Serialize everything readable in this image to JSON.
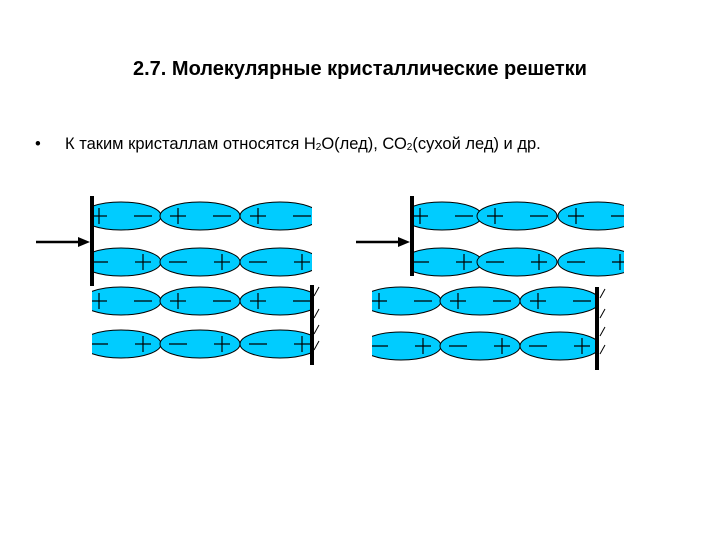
{
  "title": "2.7. Молекулярные кристаллические решетки",
  "bullet": {
    "symbol": "•",
    "text_before_h2o": "К таким кристаллам относятся H",
    "h2o_subscript": "2",
    "text_after_h2o": "O(лед), СО",
    "co2_subscript": "2",
    "text_after_co2": "(сухой лед) и др."
  },
  "diagram": {
    "molecule_fill": "#00ccff",
    "molecule_stroke": "#000000",
    "rows_per_lattice": 4,
    "molecules_per_row": 3,
    "icons": [
      "plus-sign-icon",
      "minus-sign-icon",
      "arrow-right-icon"
    ]
  }
}
